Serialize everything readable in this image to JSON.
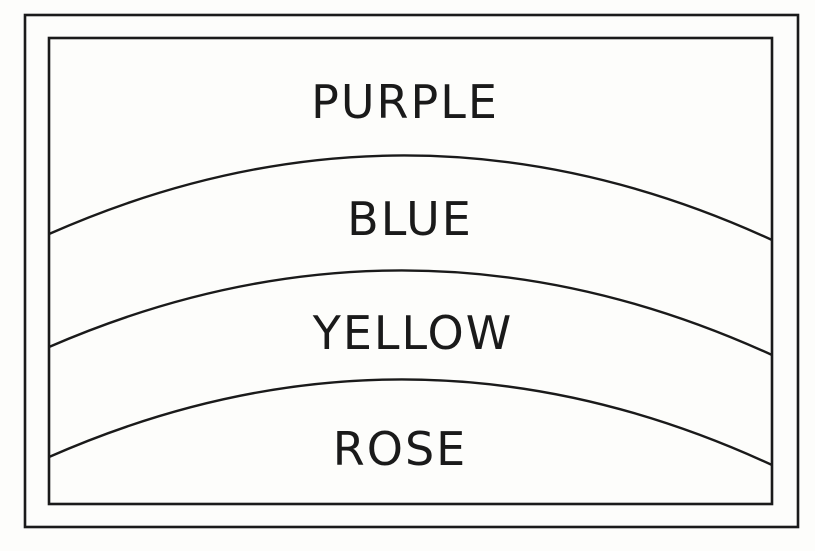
{
  "bands": [
    {
      "label": "PURPLE"
    },
    {
      "label": "BLUE"
    },
    {
      "label": "YELLOW"
    },
    {
      "label": "ROSE"
    }
  ],
  "colors": {
    "ink": "#1a1a1a",
    "paper": "#fdfdfb"
  }
}
